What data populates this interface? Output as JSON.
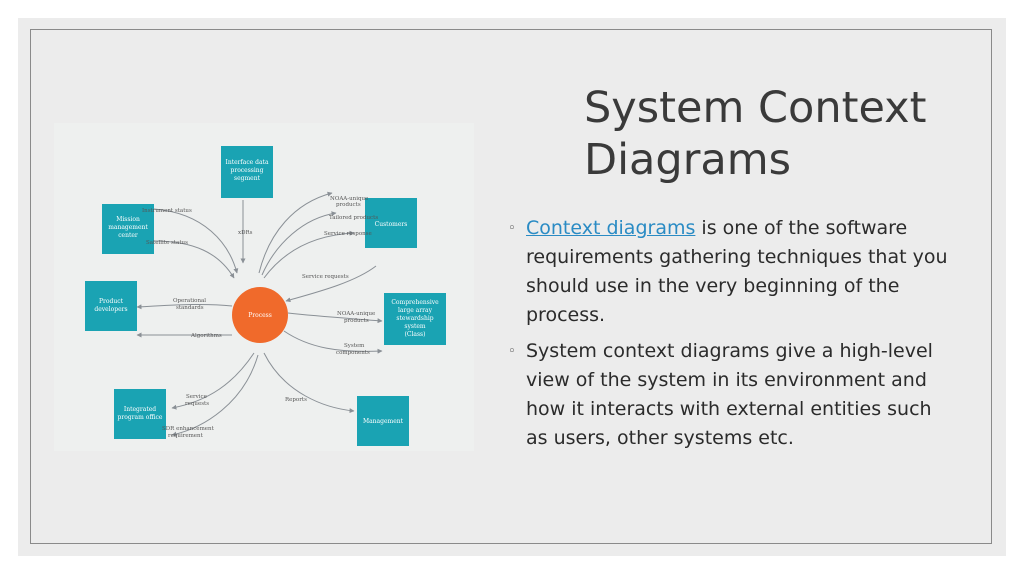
{
  "slide": {
    "title_line1": "System Context",
    "title_line2": "Diagrams",
    "bullet1_link": "Context diagrams",
    "bullet1_text": " is one of the software requirements gathering techniques that you should use in the very beginning of the process.",
    "bullet2_text": "System context diagrams give a high-level view of the system in its environment and how it interacts with external entities such as users, other systems etc.",
    "bullet_mark": "◦"
  },
  "diagram": {
    "process_label": "Process",
    "entities": {
      "interface": [
        "Interface data",
        "processing",
        "segment"
      ],
      "mission": [
        "Mission",
        "management",
        "center"
      ],
      "customers": [
        "Customers"
      ],
      "product": [
        "Product",
        "developers"
      ],
      "class": [
        "Comprehensive",
        "large array",
        "stewardship",
        "system",
        "(Class)"
      ],
      "integrated": [
        "Integrated",
        "program office"
      ],
      "management": [
        "Management"
      ]
    },
    "flows": {
      "xdrs": "xDRs",
      "instrument_status": "Instrument status",
      "satellite_status": "Satellite status",
      "noaa_unique_products_1": [
        "NOAA-unique",
        "products"
      ],
      "tailored_products": "Tailored products",
      "service_response": "Service response",
      "service_requests_1": "Service requests",
      "operational_standards": [
        "Operational",
        "standards"
      ],
      "algorithms": "Algorithms",
      "noaa_unique_products_2": [
        "NOAA-unique",
        "products"
      ],
      "system_components": [
        "System",
        "components"
      ],
      "service_requests_2": [
        "Service",
        "requests"
      ],
      "reports": "Reports",
      "sdr_enhancement": [
        "SDR enhancement",
        "requirement"
      ]
    },
    "colors": {
      "box": "#1aa3b3",
      "process": "#f06a2b",
      "arrow": "#8a9096"
    }
  }
}
